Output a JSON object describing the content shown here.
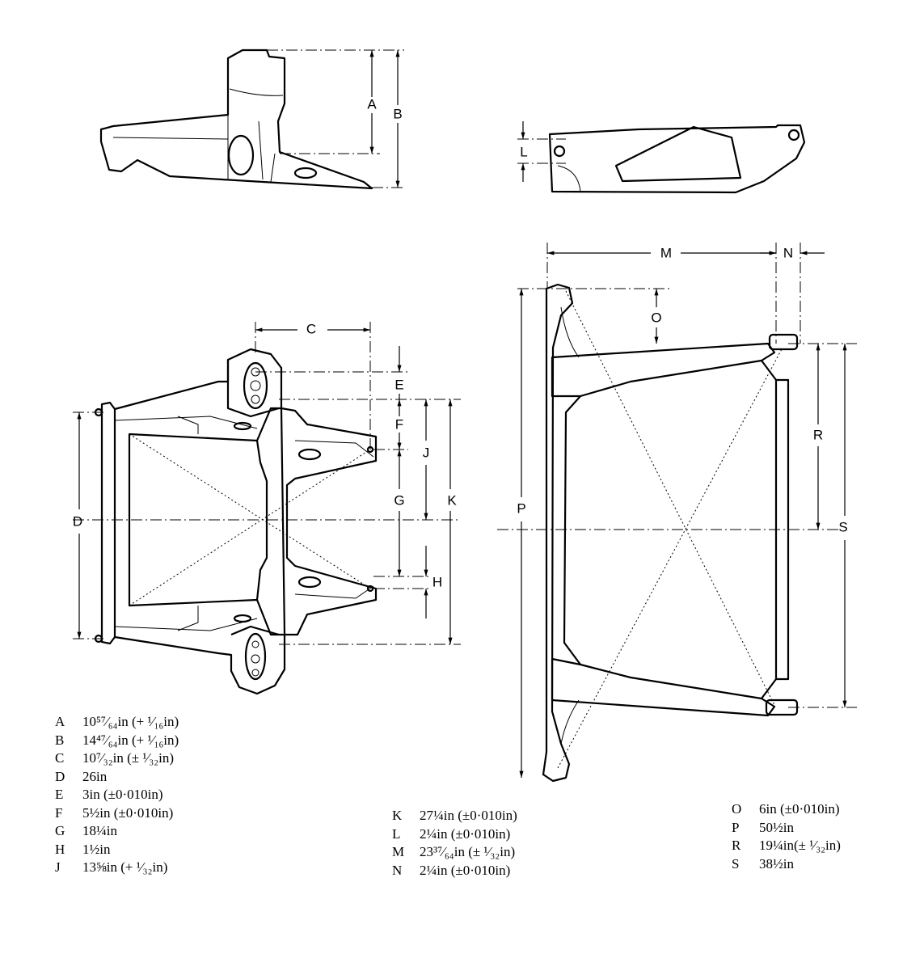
{
  "dimension_labels": {
    "A": "A",
    "B": "B",
    "C": "C",
    "D": "D",
    "E": "E",
    "F": "F",
    "G": "G",
    "H": "H",
    "J": "J",
    "K": "K",
    "L": "L",
    "M": "M",
    "N": "N",
    "O": "O",
    "P": "P",
    "R": "R",
    "S": "S"
  },
  "legend_left": [
    {
      "key": "A",
      "value": "10⁵⁷⁄₆₄in (+ ¹⁄₁₆in)"
    },
    {
      "key": "B",
      "value": "14⁴⁷⁄₆₄in (+ ¹⁄₁₆in)"
    },
    {
      "key": "C",
      "value": "10⁷⁄₃₂in (± ¹⁄₃₂in)"
    },
    {
      "key": "D",
      "value": "26in"
    },
    {
      "key": "E",
      "value": "3in (±0·010in)"
    },
    {
      "key": "F",
      "value": "5½in (±0·010in)"
    },
    {
      "key": "G",
      "value": "18¼in"
    },
    {
      "key": "H",
      "value": "1½in"
    },
    {
      "key": "J",
      "value": "13⅝in (+ ¹⁄₃₂in)"
    }
  ],
  "legend_middle": [
    {
      "key": "K",
      "value": "27¼in (±0·010in)"
    },
    {
      "key": "L",
      "value": "2¼in (±0·010in)"
    },
    {
      "key": "M",
      "value": "23³⁷⁄₆₄in (± ¹⁄₃₂in)"
    },
    {
      "key": "N",
      "value": "2¼in (±0·010in)"
    }
  ],
  "legend_right": [
    {
      "key": "O",
      "value": "6in (±0·010in)"
    },
    {
      "key": "P",
      "value": "50½in"
    },
    {
      "key": "R",
      "value": "19¼in(± ¹⁄₃₂in)"
    },
    {
      "key": "S",
      "value": "38½in"
    }
  ]
}
